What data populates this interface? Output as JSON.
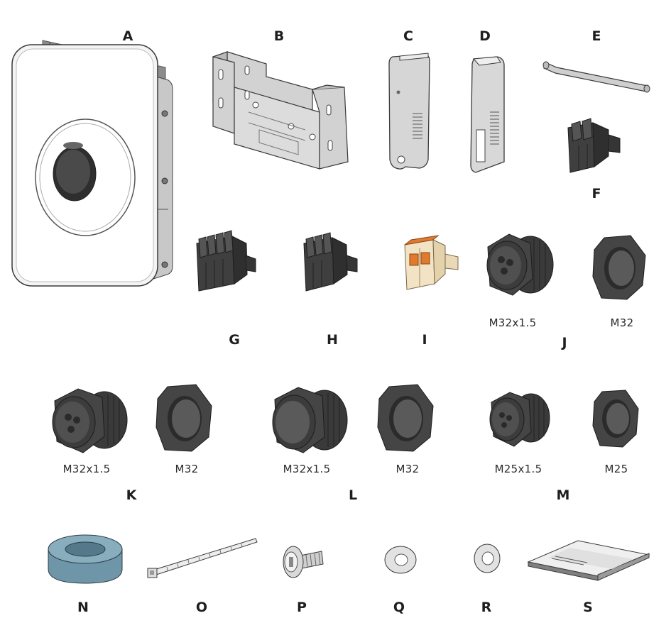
{
  "labels": {
    "A": "A",
    "B": "B",
    "C": "C",
    "D": "D",
    "E": "E",
    "F": "F",
    "G": "G",
    "H": "H",
    "I": "I",
    "J": "J",
    "K": "K",
    "L": "L",
    "M": "M",
    "N": "N",
    "O": "O",
    "P": "P",
    "Q": "Q",
    "R": "R",
    "S": "S"
  },
  "sizes": {
    "J_gland": "M32x1.5",
    "J_nut": "M32",
    "K_gland": "M32x1.5",
    "K_nut": "M32",
    "L_gland": "M32x1.5",
    "L_nut": "M32",
    "M_gland": "M25x1.5",
    "M_nut": "M25"
  },
  "colors": {
    "outline": "#3a3a3a",
    "dark_part": "#3d3d3d",
    "grey_part": "#c9c9c9",
    "terminal_orange": "#e07a2e",
    "terminal_body": "#f1e3c4",
    "ferrite": "#6f96a8"
  }
}
